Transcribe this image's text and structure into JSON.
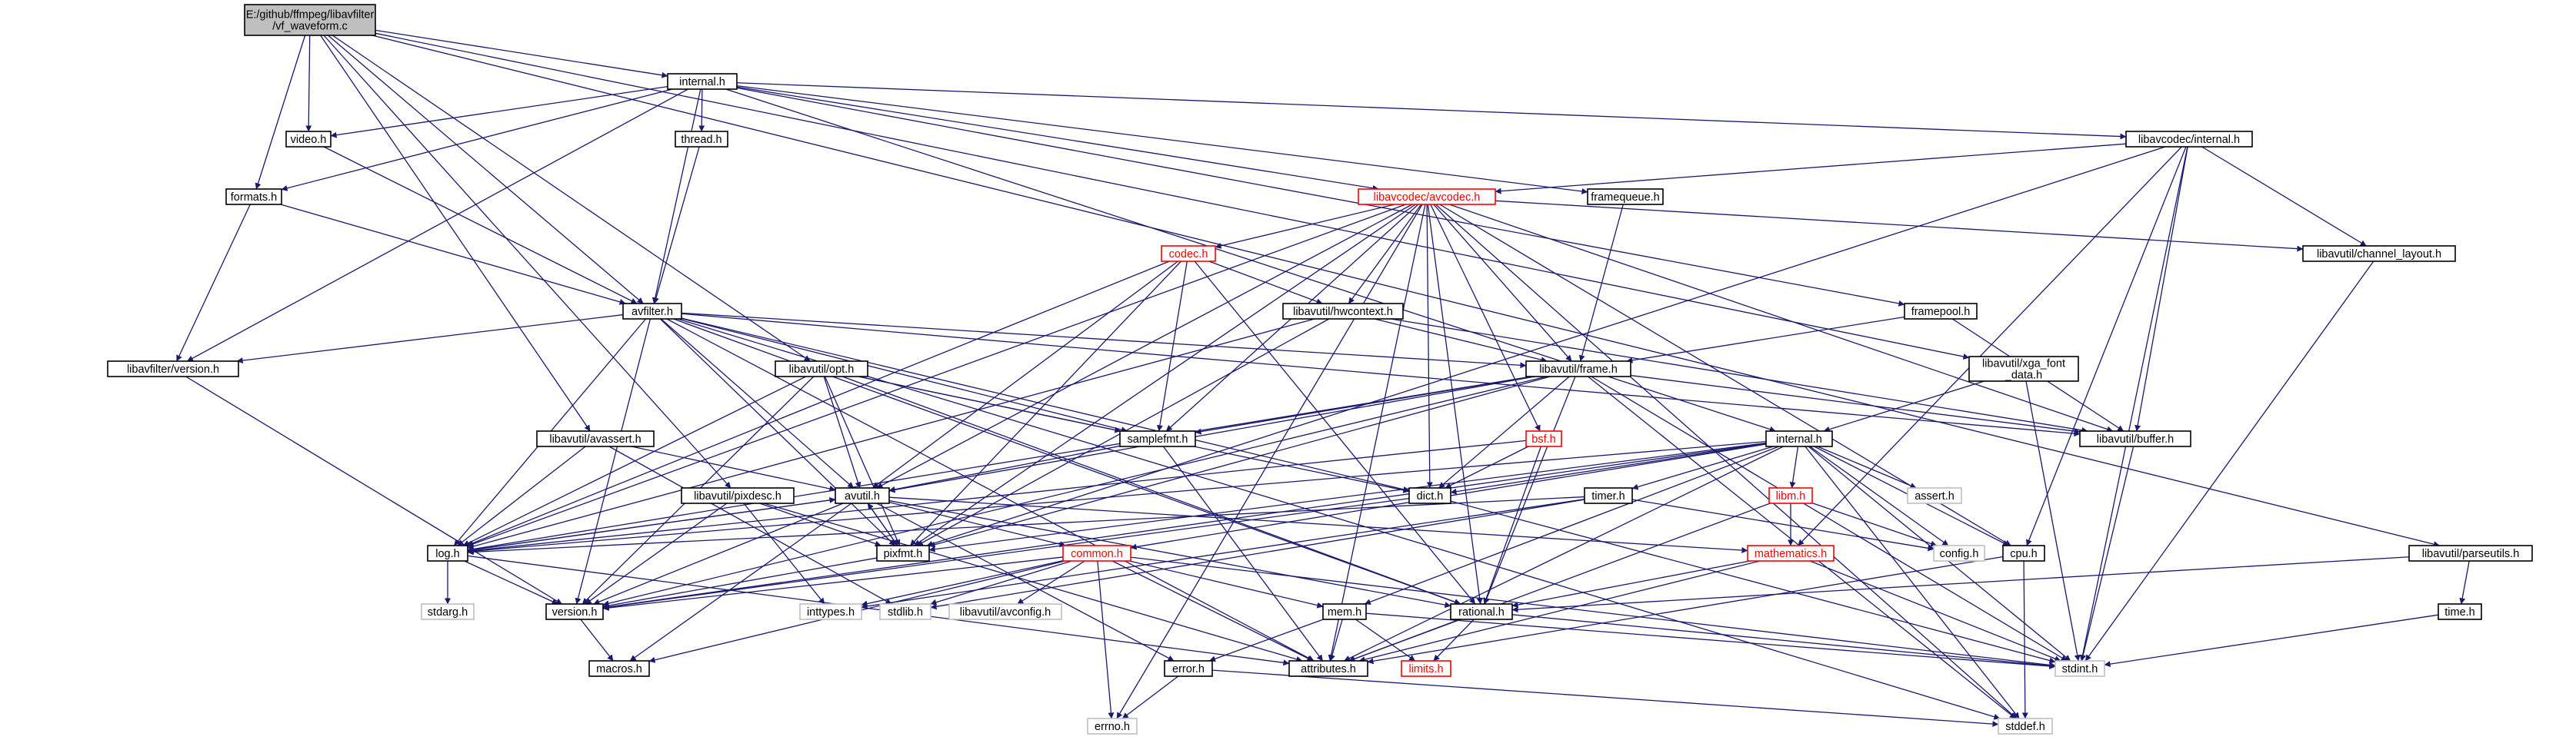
{
  "graph": {
    "root": {
      "id": "root",
      "lines": [
        "E:/github/ffmpeg/libavfilter",
        "/vf_waveform.c"
      ]
    },
    "nodes": [
      {
        "id": "root",
        "lines": [
          "E:/github/ffmpeg/libavfilter",
          "/vf_waveform.c"
        ],
        "style": "root"
      },
      {
        "id": "internal_h",
        "lines": [
          "internal.h"
        ],
        "style": "normal"
      },
      {
        "id": "video_h",
        "lines": [
          "video.h"
        ],
        "style": "normal"
      },
      {
        "id": "thread_h",
        "lines": [
          "thread.h"
        ],
        "style": "normal"
      },
      {
        "id": "formats_h",
        "lines": [
          "formats.h"
        ],
        "style": "normal"
      },
      {
        "id": "avcodec_internal_h",
        "lines": [
          "libavcodec/internal.h"
        ],
        "style": "normal"
      },
      {
        "id": "avcodec_h",
        "lines": [
          "libavcodec/avcodec.h"
        ],
        "style": "red"
      },
      {
        "id": "framequeue_h",
        "lines": [
          "framequeue.h"
        ],
        "style": "normal"
      },
      {
        "id": "codec_h",
        "lines": [
          "codec.h"
        ],
        "style": "red"
      },
      {
        "id": "channel_layout_h",
        "lines": [
          "libavutil/channel_layout.h"
        ],
        "style": "normal"
      },
      {
        "id": "avfilter_h",
        "lines": [
          "avfilter.h"
        ],
        "style": "normal"
      },
      {
        "id": "hwcontext_h",
        "lines": [
          "libavutil/hwcontext.h"
        ],
        "style": "normal"
      },
      {
        "id": "framepool_h",
        "lines": [
          "framepool.h"
        ],
        "style": "normal"
      },
      {
        "id": "filter_version_h",
        "lines": [
          "libavfilter/version.h"
        ],
        "style": "normal"
      },
      {
        "id": "opt_h",
        "lines": [
          "libavutil/opt.h"
        ],
        "style": "normal"
      },
      {
        "id": "frame_h",
        "lines": [
          "libavutil/frame.h"
        ],
        "style": "normal"
      },
      {
        "id": "xga_font_h",
        "lines": [
          "libavutil/xga_font",
          "_data.h"
        ],
        "style": "normal"
      },
      {
        "id": "avassert_h",
        "lines": [
          "libavutil/avassert.h"
        ],
        "style": "normal"
      },
      {
        "id": "samplefmt_h",
        "lines": [
          "samplefmt.h"
        ],
        "style": "normal"
      },
      {
        "id": "bsf_h",
        "lines": [
          "bsf.h"
        ],
        "style": "red"
      },
      {
        "id": "util_internal_h",
        "lines": [
          "internal.h"
        ],
        "style": "normal"
      },
      {
        "id": "buffer_h",
        "lines": [
          "libavutil/buffer.h"
        ],
        "style": "normal"
      },
      {
        "id": "pixdesc_h",
        "lines": [
          "libavutil/pixdesc.h"
        ],
        "style": "normal"
      },
      {
        "id": "avutil_h",
        "lines": [
          "avutil.h"
        ],
        "style": "normal"
      },
      {
        "id": "dict_h",
        "lines": [
          "dict.h"
        ],
        "style": "normal"
      },
      {
        "id": "timer_h",
        "lines": [
          "timer.h"
        ],
        "style": "normal"
      },
      {
        "id": "libm_h",
        "lines": [
          "libm.h"
        ],
        "style": "red"
      },
      {
        "id": "assert_h",
        "lines": [
          "assert.h"
        ],
        "style": "grey"
      },
      {
        "id": "log_h",
        "lines": [
          "log.h"
        ],
        "style": "normal"
      },
      {
        "id": "pixfmt_h",
        "lines": [
          "pixfmt.h"
        ],
        "style": "normal"
      },
      {
        "id": "common_h",
        "lines": [
          "common.h"
        ],
        "style": "red"
      },
      {
        "id": "mathematics_h",
        "lines": [
          "mathematics.h"
        ],
        "style": "red"
      },
      {
        "id": "config_h",
        "lines": [
          "config.h"
        ],
        "style": "grey"
      },
      {
        "id": "cpu_h",
        "lines": [
          "cpu.h"
        ],
        "style": "normal"
      },
      {
        "id": "parseutils_h",
        "lines": [
          "libavutil/parseutils.h"
        ],
        "style": "normal"
      },
      {
        "id": "stdarg_h",
        "lines": [
          "stdarg.h"
        ],
        "style": "grey"
      },
      {
        "id": "version_h",
        "lines": [
          "version.h"
        ],
        "style": "normal"
      },
      {
        "id": "inttypes_h",
        "lines": [
          "inttypes.h"
        ],
        "style": "grey"
      },
      {
        "id": "stdlib_h",
        "lines": [
          "stdlib.h"
        ],
        "style": "grey"
      },
      {
        "id": "avconfig_h",
        "lines": [
          "libavutil/avconfig.h"
        ],
        "style": "grey"
      },
      {
        "id": "mem_h",
        "lines": [
          "mem.h"
        ],
        "style": "normal"
      },
      {
        "id": "rational_h",
        "lines": [
          "rational.h"
        ],
        "style": "normal"
      },
      {
        "id": "time_h",
        "lines": [
          "time.h"
        ],
        "style": "normal"
      },
      {
        "id": "macros_h",
        "lines": [
          "macros.h"
        ],
        "style": "normal"
      },
      {
        "id": "error_h",
        "lines": [
          "error.h"
        ],
        "style": "normal"
      },
      {
        "id": "attributes_h",
        "lines": [
          "attributes.h"
        ],
        "style": "normal"
      },
      {
        "id": "limits_h",
        "lines": [
          "limits.h"
        ],
        "style": "red"
      },
      {
        "id": "stdint_h",
        "lines": [
          "stdint.h"
        ],
        "style": "grey"
      },
      {
        "id": "errno_h",
        "lines": [
          "errno.h"
        ],
        "style": "grey"
      },
      {
        "id": "stddef_h",
        "lines": [
          "stddef.h"
        ],
        "style": "grey"
      }
    ],
    "edges": [
      [
        "root",
        "internal_h"
      ],
      [
        "root",
        "video_h"
      ],
      [
        "root",
        "formats_h"
      ],
      [
        "root",
        "avfilter_h"
      ],
      [
        "root",
        "opt_h"
      ],
      [
        "root",
        "avassert_h"
      ],
      [
        "root",
        "pixdesc_h"
      ],
      [
        "root",
        "xga_font_h"
      ],
      [
        "root",
        "parseutils_h"
      ],
      [
        "internal_h",
        "video_h"
      ],
      [
        "internal_h",
        "thread_h"
      ],
      [
        "internal_h",
        "formats_h"
      ],
      [
        "internal_h",
        "avfilter_h"
      ],
      [
        "internal_h",
        "filter_version_h"
      ],
      [
        "internal_h",
        "avcodec_internal_h"
      ],
      [
        "internal_h",
        "avcodec_h"
      ],
      [
        "internal_h",
        "framequeue_h"
      ],
      [
        "internal_h",
        "framepool_h"
      ],
      [
        "internal_h",
        "util_internal_h"
      ],
      [
        "video_h",
        "avfilter_h"
      ],
      [
        "thread_h",
        "avfilter_h"
      ],
      [
        "formats_h",
        "avfilter_h"
      ],
      [
        "formats_h",
        "filter_version_h"
      ],
      [
        "avcodec_internal_h",
        "avcodec_h"
      ],
      [
        "avcodec_internal_h",
        "channel_layout_h"
      ],
      [
        "avcodec_internal_h",
        "buffer_h"
      ],
      [
        "avcodec_internal_h",
        "pixfmt_h"
      ],
      [
        "avcodec_internal_h",
        "mathematics_h"
      ],
      [
        "avcodec_internal_h",
        "cpu_h"
      ],
      [
        "avcodec_internal_h",
        "stdint_h"
      ],
      [
        "avcodec_h",
        "codec_h"
      ],
      [
        "avcodec_h",
        "hwcontext_h"
      ],
      [
        "avcodec_h",
        "frame_h"
      ],
      [
        "avcodec_h",
        "samplefmt_h"
      ],
      [
        "avcodec_h",
        "bsf_h"
      ],
      [
        "avcodec_h",
        "dict_h"
      ],
      [
        "avcodec_h",
        "avutil_h"
      ],
      [
        "avcodec_h",
        "log_h"
      ],
      [
        "avcodec_h",
        "pixfmt_h"
      ],
      [
        "avcodec_h",
        "rational_h"
      ],
      [
        "avcodec_h",
        "attributes_h"
      ],
      [
        "avcodec_h",
        "buffer_h"
      ],
      [
        "avcodec_h",
        "channel_layout_h"
      ],
      [
        "avcodec_h",
        "cpu_h"
      ],
      [
        "avcodec_h",
        "errno_h"
      ],
      [
        "avcodec_h",
        "stddef_h"
      ],
      [
        "framequeue_h",
        "frame_h"
      ],
      [
        "codec_h",
        "hwcontext_h"
      ],
      [
        "codec_h",
        "samplefmt_h"
      ],
      [
        "codec_h",
        "avutil_h"
      ],
      [
        "codec_h",
        "pixfmt_h"
      ],
      [
        "codec_h",
        "rational_h"
      ],
      [
        "codec_h",
        "log_h"
      ],
      [
        "channel_layout_h",
        "stdint_h"
      ],
      [
        "avfilter_h",
        "filter_version_h"
      ],
      [
        "avfilter_h",
        "frame_h"
      ],
      [
        "avfilter_h",
        "avutil_h"
      ],
      [
        "avfilter_h",
        "buffer_h"
      ],
      [
        "avfilter_h",
        "dict_h"
      ],
      [
        "avfilter_h",
        "log_h"
      ],
      [
        "avfilter_h",
        "pixfmt_h"
      ],
      [
        "avfilter_h",
        "rational_h"
      ],
      [
        "avfilter_h",
        "samplefmt_h"
      ],
      [
        "avfilter_h",
        "attributes_h"
      ],
      [
        "avfilter_h",
        "stddef_h"
      ],
      [
        "avfilter_h",
        "version_h"
      ],
      [
        "hwcontext_h",
        "frame_h"
      ],
      [
        "hwcontext_h",
        "buffer_h"
      ],
      [
        "hwcontext_h",
        "pixfmt_h"
      ],
      [
        "hwcontext_h",
        "log_h"
      ],
      [
        "framepool_h",
        "frame_h"
      ],
      [
        "framepool_h",
        "buffer_h"
      ],
      [
        "filter_version_h",
        "version_h"
      ],
      [
        "opt_h",
        "rational_h"
      ],
      [
        "opt_h",
        "avutil_h"
      ],
      [
        "opt_h",
        "dict_h"
      ],
      [
        "opt_h",
        "log_h"
      ],
      [
        "opt_h",
        "pixfmt_h"
      ],
      [
        "opt_h",
        "samplefmt_h"
      ],
      [
        "opt_h",
        "version_h"
      ],
      [
        "frame_h",
        "samplefmt_h"
      ],
      [
        "frame_h",
        "avutil_h"
      ],
      [
        "frame_h",
        "buffer_h"
      ],
      [
        "frame_h",
        "dict_h"
      ],
      [
        "frame_h",
        "rational_h"
      ],
      [
        "frame_h",
        "pixfmt_h"
      ],
      [
        "frame_h",
        "version_h"
      ],
      [
        "frame_h",
        "stdint_h"
      ],
      [
        "frame_h",
        "stddef_h"
      ],
      [
        "frame_h",
        "log_h"
      ],
      [
        "xga_font_h",
        "util_internal_h"
      ],
      [
        "xga_font_h",
        "stdint_h"
      ],
      [
        "avassert_h",
        "avutil_h"
      ],
      [
        "avassert_h",
        "log_h"
      ],
      [
        "avassert_h",
        "stdlib_h"
      ],
      [
        "samplefmt_h",
        "avutil_h"
      ],
      [
        "samplefmt_h",
        "attributes_h"
      ],
      [
        "bsf_h",
        "dict_h"
      ],
      [
        "bsf_h",
        "log_h"
      ],
      [
        "bsf_h",
        "rational_h"
      ],
      [
        "util_internal_h",
        "attributes_h"
      ],
      [
        "util_internal_h",
        "timer_h"
      ],
      [
        "util_internal_h",
        "cpu_h"
      ],
      [
        "util_internal_h",
        "dict_h"
      ],
      [
        "util_internal_h",
        "pixfmt_h"
      ],
      [
        "util_internal_h",
        "version_h"
      ],
      [
        "util_internal_h",
        "libm_h"
      ],
      [
        "util_internal_h",
        "assert_h"
      ],
      [
        "util_internal_h",
        "config_h"
      ],
      [
        "util_internal_h",
        "stdint_h"
      ],
      [
        "util_internal_h",
        "stddef_h"
      ],
      [
        "util_internal_h",
        "mem_h"
      ],
      [
        "util_internal_h",
        "common_h"
      ],
      [
        "util_internal_h",
        "log_h"
      ],
      [
        "buffer_h",
        "stdint_h"
      ],
      [
        "pixdesc_h",
        "attributes_h"
      ],
      [
        "pixdesc_h",
        "pixfmt_h"
      ],
      [
        "pixdesc_h",
        "version_h"
      ],
      [
        "pixdesc_h",
        "inttypes_h"
      ],
      [
        "avutil_h",
        "common_h"
      ],
      [
        "avutil_h",
        "error_h"
      ],
      [
        "avutil_h",
        "rational_h"
      ],
      [
        "avutil_h",
        "version_h"
      ],
      [
        "avutil_h",
        "macros_h"
      ],
      [
        "avutil_h",
        "mathematics_h"
      ],
      [
        "avutil_h",
        "log_h"
      ],
      [
        "avutil_h",
        "pixfmt_h"
      ],
      [
        "dict_h",
        "stdint_h"
      ],
      [
        "dict_h",
        "version_h"
      ],
      [
        "timer_h",
        "config_h"
      ],
      [
        "timer_h",
        "log_h"
      ],
      [
        "timer_h",
        "stdlib_h"
      ],
      [
        "timer_h",
        "inttypes_h"
      ],
      [
        "libm_h",
        "attributes_h"
      ],
      [
        "libm_h",
        "config_h"
      ],
      [
        "libm_h",
        "mathematics_h"
      ],
      [
        "log_h",
        "avutil_h"
      ],
      [
        "log_h",
        "attributes_h"
      ],
      [
        "log_h",
        "version_h"
      ],
      [
        "log_h",
        "stdarg_h"
      ],
      [
        "pixfmt_h",
        "avutil_h"
      ],
      [
        "pixfmt_h",
        "version_h"
      ],
      [
        "common_h",
        "errno_h"
      ],
      [
        "common_h",
        "inttypes_h"
      ],
      [
        "common_h",
        "stdlib_h"
      ],
      [
        "common_h",
        "attributes_h"
      ],
      [
        "common_h",
        "macros_h"
      ],
      [
        "common_h",
        "version_h"
      ],
      [
        "common_h",
        "avconfig_h"
      ],
      [
        "common_h",
        "mem_h"
      ],
      [
        "common_h",
        "stdint_h"
      ],
      [
        "mathematics_h",
        "attributes_h"
      ],
      [
        "mathematics_h",
        "rational_h"
      ],
      [
        "mathematics_h",
        "stdint_h"
      ],
      [
        "cpu_h",
        "attributes_h"
      ],
      [
        "cpu_h",
        "stddef_h"
      ],
      [
        "parseutils_h",
        "rational_h"
      ],
      [
        "parseutils_h",
        "time_h"
      ],
      [
        "version_h",
        "macros_h"
      ],
      [
        "mem_h",
        "attributes_h"
      ],
      [
        "mem_h",
        "error_h"
      ],
      [
        "mem_h",
        "limits_h"
      ],
      [
        "mem_h",
        "stdint_h"
      ],
      [
        "rational_h",
        "attributes_h"
      ],
      [
        "rational_h",
        "limits_h"
      ],
      [
        "rational_h",
        "stdint_h"
      ],
      [
        "time_h",
        "stdint_h"
      ],
      [
        "error_h",
        "errno_h"
      ],
      [
        "error_h",
        "stddef_h"
      ]
    ]
  }
}
